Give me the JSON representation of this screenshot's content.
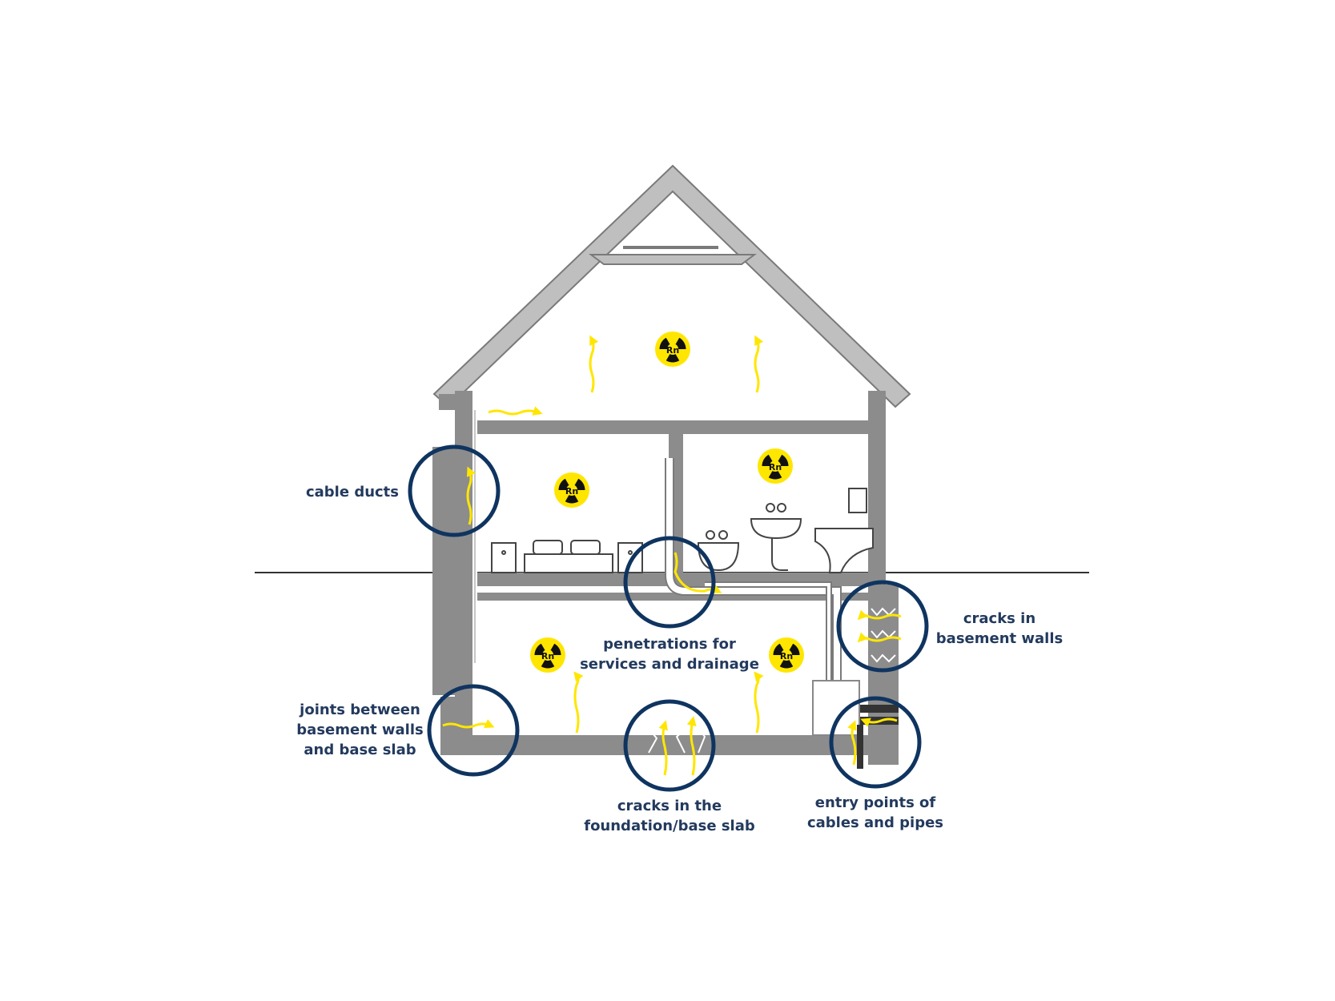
{
  "labels": {
    "cable_ducts": [
      "cable ducts"
    ],
    "penetrations": [
      "penetrations for",
      "services and drainage"
    ],
    "basement_cracks": [
      "cracks in",
      "basement walls"
    ],
    "joints": [
      "joints between",
      "basement walls",
      "and base slab"
    ],
    "foundation_cracks": [
      "cracks in the",
      "foundation/base slab"
    ],
    "entry_points": [
      "entry points of",
      "cables and pipes"
    ]
  },
  "radon_symbol": {
    "text": "Rn",
    "icon": "radiation-trefoil-icon"
  },
  "colors": {
    "wall": "#8c8c8c",
    "wall_dark": "#5e5e5e",
    "roof": "#bfbfbf",
    "radon_yellow": "#ffe600",
    "circle": "#0f3460",
    "label": "#233a5e",
    "ground": "#333333"
  }
}
